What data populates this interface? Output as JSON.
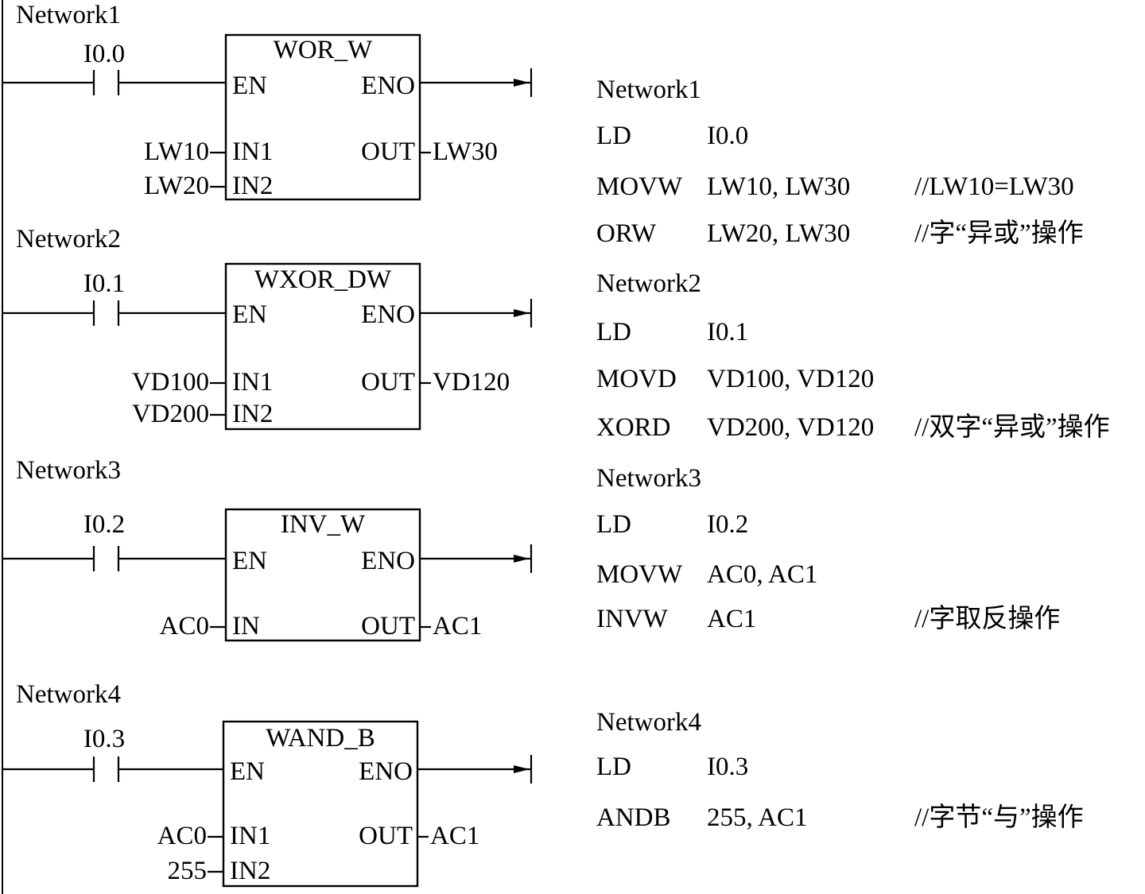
{
  "ladder": {
    "networks": [
      {
        "title": "Network1",
        "contact": "I0.0",
        "block_name": "WOR_W",
        "en": "EN",
        "eno": "ENO",
        "in_pins": [
          "IN1",
          "IN2"
        ],
        "in_operands": [
          "LW10",
          "LW20"
        ],
        "out_pin": "OUT",
        "out_operand": "LW30"
      },
      {
        "title": "Network2",
        "contact": "I0.1",
        "block_name": "WXOR_DW",
        "en": "EN",
        "eno": "ENO",
        "in_pins": [
          "IN1",
          "IN2"
        ],
        "in_operands": [
          "VD100",
          "VD200"
        ],
        "out_pin": "OUT",
        "out_operand": "VD120"
      },
      {
        "title": "Network3",
        "contact": "I0.2",
        "block_name": "INV_W",
        "en": "EN",
        "eno": "ENO",
        "in_pins": [
          "IN"
        ],
        "in_operands": [
          "AC0"
        ],
        "out_pin": "OUT",
        "out_operand": "AC1"
      },
      {
        "title": "Network4",
        "contact": "I0.3",
        "block_name": "WAND_B",
        "en": "EN",
        "eno": "ENO",
        "in_pins": [
          "IN1",
          "IN2"
        ],
        "in_operands": [
          "AC0",
          "255"
        ],
        "out_pin": "OUT",
        "out_operand": "AC1"
      }
    ]
  },
  "statement_list": {
    "networks": [
      {
        "title": "Network1",
        "lines": [
          {
            "op": "LD",
            "args": "I0.0",
            "comment": ""
          },
          {
            "op": "MOVW",
            "args": "LW10, LW30",
            "comment": "//LW10=LW30"
          },
          {
            "op": "ORW",
            "args": "LW20, LW30",
            "comment": "//字“异或”操作"
          }
        ]
      },
      {
        "title": "Network2",
        "lines": [
          {
            "op": "LD",
            "args": "I0.1",
            "comment": ""
          },
          {
            "op": "MOVD",
            "args": "VD100, VD120",
            "comment": ""
          },
          {
            "op": "XORD",
            "args": "VD200, VD120",
            "comment": "//双字“异或”操作"
          }
        ]
      },
      {
        "title": "Network3",
        "lines": [
          {
            "op": "LD",
            "args": "I0.2",
            "comment": ""
          },
          {
            "op": "MOVW",
            "args": "AC0, AC1",
            "comment": ""
          },
          {
            "op": "INVW",
            "args": "AC1",
            "comment": "//字取反操作"
          }
        ]
      },
      {
        "title": "Network4",
        "lines": [
          {
            "op": "LD",
            "args": "I0.3",
            "comment": ""
          },
          {
            "op": "ANDB",
            "args": "255, AC1",
            "comment": "//字节“与”操作"
          }
        ]
      }
    ]
  }
}
